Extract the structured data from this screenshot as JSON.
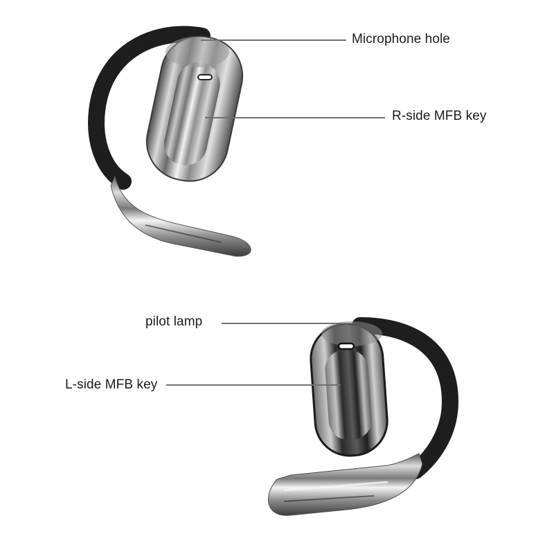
{
  "diagram": {
    "subject": "Open-ear earphones component callouts",
    "earbuds": [
      {
        "side": "right",
        "position": "top-left",
        "callouts": [
          "microphone_hole",
          "r_side_mfb_key"
        ]
      },
      {
        "side": "left",
        "position": "bottom-right",
        "callouts": [
          "pilot_lamp",
          "l_side_mfb_key"
        ]
      }
    ],
    "labels": {
      "microphone_hole": "Microphone hole",
      "r_side_mfb_key": "R-side MFB key",
      "pilot_lamp": "pilot lamp",
      "l_side_mfb_key": "L-side MFB key"
    },
    "colors": {
      "background": "#ffffff",
      "leader_line": "#707070",
      "text": "#1a1a1a",
      "ear_hook": "#1e1e1e",
      "chrome_light": "#e8e8e8",
      "chrome_mid": "#9a9a9a",
      "chrome_dark": "#3a3a3a"
    }
  }
}
